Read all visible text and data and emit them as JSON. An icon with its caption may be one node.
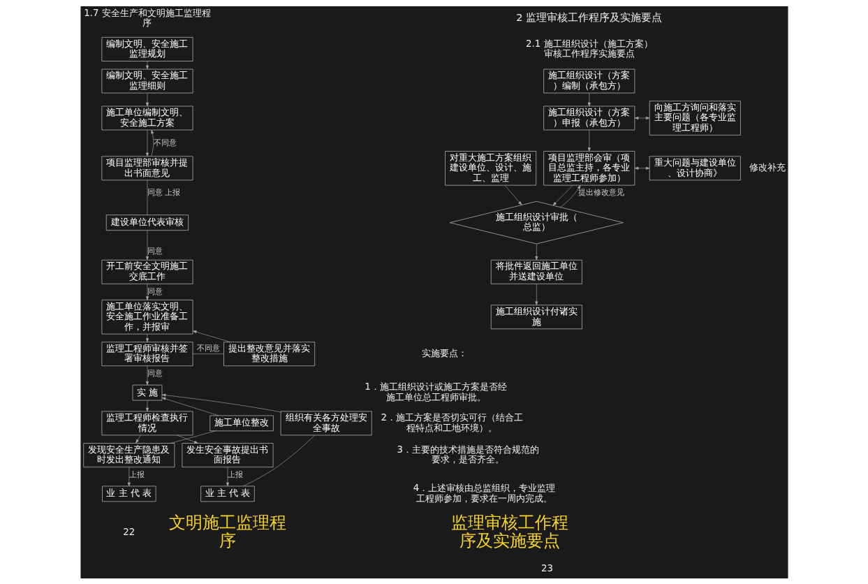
{
  "diagram": {
    "nodes": [
      {
        "text": [
          "编制文明、安全施工监理规划"
        ]
      },
      {
        "text": [
          "编制文明、安全施工监理细则"
        ]
      },
      {
        "text": [
          "施工单位编制文明、安全施工方案"
        ]
      },
      {
        "text": [
          "项目监理部审核并提出书面意见"
        ]
      },
      {
        "text": [
          "建设单位代表审核"
        ]
      },
      {
        "text": [
          "开工前安全文明施工交底工作"
        ]
      },
      {
        "text": [
          "施工单位落实文明、安全施工作业准备工作，并报审"
        ]
      },
      {
        "text": [
          "提出整改意见并落实整改措施"
        ]
      },
      {
        "text": [
          "监理工程师审核并签署审核报告"
        ]
      },
      {
        "text": [
          "实 施"
        ]
      },
      {
        "text": [
          "施工单位整改"
        ]
      },
      {
        "text": [
          "监理工程师检查执行情况"
        ]
      },
      {
        "text": [
          "组织有关各方处理安全事故"
        ]
      },
      {
        "text": [
          "发现安全生产隐患及时发出整改通知"
        ]
      },
      {
        "text": [
          "发生安全事故提出书面报告"
        ]
      },
      {
        "text": [
          "业 主 代 表"
        ]
      },
      {
        "text": [
          "业 主 代 表"
        ]
      },
      {
        "text": [
          "施工组织设计（方案）编制（承包方）"
        ]
      },
      {
        "text": [
          "施工组织设计（方案）申报（承包方）"
        ]
      },
      {
        "text": [
          "向施工方询问和落实主要问题（各专业监理工程师）"
        ]
      },
      {
        "text": [
          "项目监理部会审（项目总监主持，各专业监理工程师参加）"
        ]
      },
      {
        "text": [
          "重大问题与建设单位、设计协商》"
        ]
      },
      {
        "text": [
          "对重大施工方案组织建设单位、设计、施工、监理"
        ]
      },
      {
        "text": [
          "施工组织设计审批（总监）"
        ]
      },
      {
        "text": [
          "将批件返回施工单位并送建设单位"
        ]
      },
      {
        "text": [
          "施工组织设计付诸实施"
        ]
      }
    ],
    "edges": [
      {
        "from": 0,
        "to": 1,
        "arrow": "to"
      },
      {
        "from": 1,
        "to": 2,
        "arrow": "to"
      },
      {
        "from": 2,
        "to": 3,
        "arrow": "to"
      },
      {
        "from": 3,
        "to": 2,
        "arrow": "to",
        "label": "不同意"
      },
      {
        "from": 3,
        "to": 4,
        "arrow": "none",
        "label": "同意 上报"
      },
      {
        "from": 4,
        "to": 5,
        "arrow": "to",
        "label": "同意"
      },
      {
        "from": 5,
        "to": 6,
        "arrow": "to",
        "label": "同意"
      },
      {
        "from": 6,
        "to": 8,
        "arrow": "to"
      },
      {
        "from": 8,
        "to": 7,
        "arrow": "none",
        "label": "不同意"
      },
      {
        "from": 7,
        "to": 6,
        "arrow": "to"
      },
      {
        "from": 8,
        "to": 9,
        "arrow": "to",
        "label": "同意"
      },
      {
        "from": 10,
        "to": 9,
        "arrow": "to"
      },
      {
        "from": 9,
        "to": 11,
        "arrow": "to"
      },
      {
        "from": 11,
        "to": 13,
        "arrow": "to"
      },
      {
        "from": 11,
        "to": 14,
        "arrow": "to"
      },
      {
        "from": 13,
        "to": 10,
        "arrow": "none"
      },
      {
        "from": 13,
        "to": 15,
        "arrow": "to",
        "label": "上报"
      },
      {
        "from": 14,
        "to": 16,
        "arrow": "to",
        "label": "上报"
      },
      {
        "from": 16,
        "to": 12,
        "arrow": "none"
      },
      {
        "from": 12,
        "to": 9,
        "arrow": "to"
      },
      {
        "from": 17,
        "to": 18,
        "arrow": "to"
      },
      {
        "from": 18,
        "to": 19,
        "arrow": "both"
      },
      {
        "from": 18,
        "to": 20,
        "arrow": "to"
      },
      {
        "from": 20,
        "to": 21,
        "arrow": "both"
      },
      {
        "from": 20,
        "to": 23,
        "arrow": "to"
      },
      {
        "from": 22,
        "to": 23,
        "arrow": "to"
      },
      {
        "from": 23,
        "to": 20,
        "arrow": "to",
        "label": "提出修改意见"
      },
      {
        "from": 23,
        "to": 24,
        "arrow": "to"
      },
      {
        "from": 24,
        "to": 25,
        "arrow": "to"
      }
    ],
    "labels": [
      "1.7 安全生产和文明施工监理程序",
      "文明施工监理程序",
      "2 监理审核工作程序及实施要点",
      "2.1 施工组织设计（施工方案）审核工作程序实施要点",
      "修改补充",
      "实施要点：",
      "1．施工组织设计或施工方案是否经施工单位总工程师审批。",
      "2．施工方案是否切实可行（结合工程特点和工地环境）。",
      "3．主要的技术措施是否符合规范的要求，是否齐全。",
      "4．上述审核由总监组织，专业监理工程师参加，要求在一周内完成。",
      "监理审核工作程序及实施要点",
      "22",
      "23"
    ]
  }
}
